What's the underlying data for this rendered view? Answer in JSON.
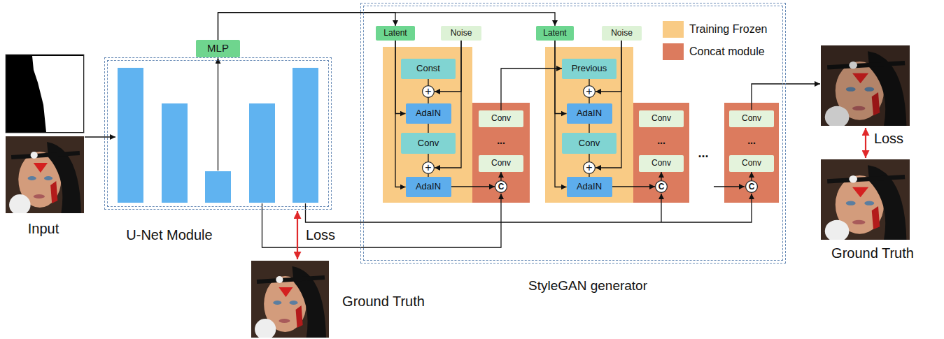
{
  "diagram": {
    "nodes": [
      {
        "text": [
          "U-Net Module"
        ]
      },
      {
        "text": [
          "MLP"
        ]
      },
      {
        "text": [
          "StyleGAN generator"
        ]
      },
      {
        "text": [
          "Latent"
        ],
        "in": 2
      },
      {
        "text": [
          "Noise"
        ],
        "in": 2
      },
      {
        "text": [
          "Const"
        ],
        "in": 2
      },
      {
        "text": [
          "+"
        ],
        "in": 2
      },
      {
        "text": [
          "AdaIN"
        ],
        "in": 2
      },
      {
        "text": [
          "Conv"
        ],
        "in": 2
      },
      {
        "text": [
          "+"
        ],
        "in": 2
      },
      {
        "text": [
          "AdaIN"
        ],
        "in": 2
      },
      {
        "text": [
          "Conv"
        ],
        "in": 2
      },
      {
        "text": [
          "Conv"
        ],
        "in": 2
      },
      {
        "text": [
          "C"
        ],
        "in": 2
      },
      {
        "text": [
          "Latent"
        ],
        "in": 2
      },
      {
        "text": [
          "Noise"
        ],
        "in": 2
      },
      {
        "text": [
          "Previous"
        ],
        "in": 2
      },
      {
        "text": [
          "+"
        ],
        "in": 2
      },
      {
        "text": [
          "AdaIN"
        ],
        "in": 2
      },
      {
        "text": [
          "Conv"
        ],
        "in": 2
      },
      {
        "text": [
          "+"
        ],
        "in": 2
      },
      {
        "text": [
          "AdaIN"
        ],
        "in": 2
      },
      {
        "text": [
          "Conv"
        ],
        "in": 2
      },
      {
        "text": [
          "Conv"
        ],
        "in": 2
      },
      {
        "text": [
          "C"
        ],
        "in": 2
      },
      {
        "text": [
          "Conv"
        ],
        "in": 2
      },
      {
        "text": [
          "Conv"
        ],
        "in": 2
      },
      {
        "text": [
          "C"
        ],
        "in": 2
      }
    ],
    "edges": [
      {
        "from": 1,
        "to": 3,
        "arrow": "to"
      },
      {
        "from": 1,
        "to": 14,
        "arrow": "to"
      },
      {
        "from": 3,
        "to": 7,
        "arrow": "to"
      },
      {
        "from": 3,
        "to": 10,
        "arrow": "to"
      },
      {
        "from": 4,
        "to": 6,
        "arrow": "to"
      },
      {
        "from": 4,
        "to": 9,
        "arrow": "to"
      },
      {
        "from": 5,
        "to": 6,
        "arrow": "none"
      },
      {
        "from": 6,
        "to": 7,
        "arrow": "none"
      },
      {
        "from": 7,
        "to": 8,
        "arrow": "none"
      },
      {
        "from": 8,
        "to": 9,
        "arrow": "none"
      },
      {
        "from": 9,
        "to": 10,
        "arrow": "none"
      },
      {
        "from": 10,
        "to": 13,
        "arrow": "to"
      },
      {
        "from": 13,
        "to": 12,
        "arrow": "to"
      },
      {
        "from": 11,
        "to": 16,
        "arrow": "to"
      },
      {
        "from": 14,
        "to": 18,
        "arrow": "to"
      },
      {
        "from": 14,
        "to": 21,
        "arrow": "to"
      },
      {
        "from": 15,
        "to": 17,
        "arrow": "to"
      },
      {
        "from": 15,
        "to": 20,
        "arrow": "to"
      },
      {
        "from": 16,
        "to": 17,
        "arrow": "none"
      },
      {
        "from": 17,
        "to": 18,
        "arrow": "none"
      },
      {
        "from": 18,
        "to": 19,
        "arrow": "none"
      },
      {
        "from": 19,
        "to": 20,
        "arrow": "none"
      },
      {
        "from": 20,
        "to": 21,
        "arrow": "none"
      },
      {
        "from": 21,
        "to": 24,
        "arrow": "to"
      },
      {
        "from": 24,
        "to": 23,
        "arrow": "to"
      },
      {
        "from": 27,
        "to": 26,
        "arrow": "to"
      }
    ],
    "labels": [
      "Input",
      "Loss",
      "Ground Truth",
      "...",
      "...",
      "...",
      "...",
      "Loss",
      "Ground Truth"
    ],
    "legend": [
      {
        "text": "Training Frozen",
        "color": "#F9CB85"
      },
      {
        "text": "Concat module",
        "color": "#DC7B5E"
      }
    ]
  }
}
